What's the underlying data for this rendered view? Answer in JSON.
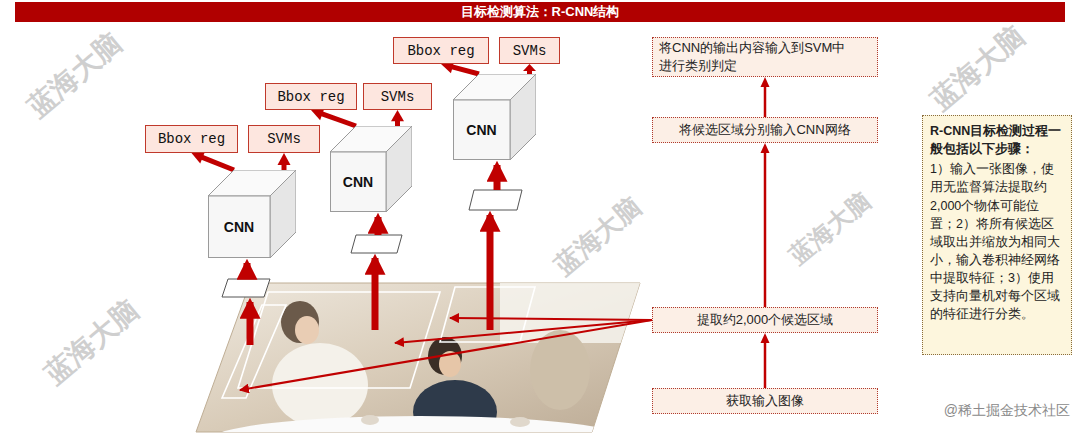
{
  "diagram": {
    "title": "目标检测算法：R-CNN结构",
    "nodes": [
      {
        "text": [
          "Bbox reg"
        ]
      },
      {
        "text": [
          "SVMs"
        ]
      },
      {
        "text": [
          "CNN"
        ]
      },
      {
        "text": [
          "Bbox reg"
        ]
      },
      {
        "text": [
          "SVMs"
        ]
      },
      {
        "text": [
          "CNN"
        ]
      },
      {
        "text": [
          "Bbox reg"
        ]
      },
      {
        "text": [
          "SVMs"
        ]
      },
      {
        "text": [
          "CNN"
        ]
      },
      {
        "text": [
          "将CNN的输出内容输入到SVM中 进行类别判定"
        ]
      },
      {
        "text": [
          "将候选区域分别输入CNN网络"
        ]
      },
      {
        "text": [
          "提取约2,000个候选区域"
        ]
      },
      {
        "text": [
          "获取输入图像"
        ]
      },
      {
        "text": [
          "R-CNN目标检测过程一般包括以下步骤：",
          "1）输入一张图像，使用无监督算法提取约2,000个物体可能位置；2）将所有候选区域取出并缩放为相同大小，输入卷积神经网络中提取特征；3）使用支持向量机对每个区域的特征进行分类。"
        ]
      }
    ],
    "edges": [
      {
        "from": 2,
        "to": 0,
        "arrow": "to"
      },
      {
        "from": 2,
        "to": 1,
        "arrow": "to"
      },
      {
        "from": 5,
        "to": 3,
        "arrow": "to"
      },
      {
        "from": 5,
        "to": 4,
        "arrow": "to"
      },
      {
        "from": 8,
        "to": 6,
        "arrow": "to"
      },
      {
        "from": 8,
        "to": 7,
        "arrow": "to"
      },
      {
        "from": 12,
        "to": 11,
        "arrow": "to"
      },
      {
        "from": 11,
        "to": 10,
        "arrow": "to"
      },
      {
        "from": 10,
        "to": 9,
        "arrow": "to"
      }
    ],
    "labels": [
      "蓝海大脑",
      "蓝海大脑",
      "蓝海大脑",
      "蓝海大脑",
      "蓝海大脑",
      "@稀土掘金技术社区"
    ]
  }
}
